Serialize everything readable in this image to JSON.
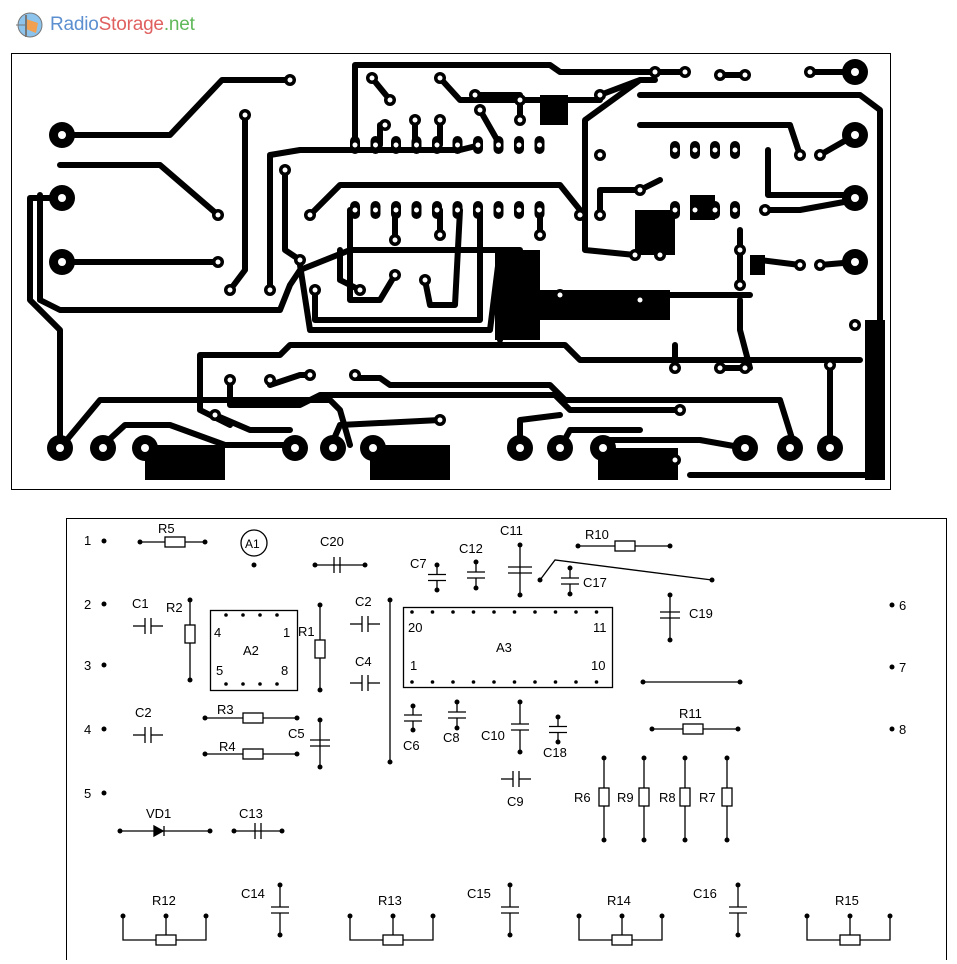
{
  "logo": {
    "part1": "Radio",
    "part2": "Storage",
    "part3": ".net"
  },
  "pins_left": [
    "1",
    "2",
    "3",
    "4",
    "5"
  ],
  "pins_right": [
    "6",
    "7",
    "8"
  ],
  "components": {
    "R5": "R5",
    "A1": "A1",
    "C20": "C20",
    "C7": "C7",
    "C12": "C12",
    "C11": "C11",
    "R10": "R10",
    "C17": "C17",
    "C19": "C19",
    "C1": "C1",
    "R2": "R2",
    "R1": "R1",
    "C2a": "C2",
    "C4": "C4",
    "C2b": "C2",
    "R3": "R3",
    "R4": "R4",
    "C5": "C5",
    "C6": "C6",
    "C8": "C8",
    "C10": "C10",
    "C18": "C18",
    "C9": "C9",
    "R11": "R11",
    "R6": "R6",
    "R9": "R9",
    "R8": "R8",
    "R7": "R7",
    "VD1": "VD1",
    "C13": "C13",
    "R12": "R12",
    "C14": "C14",
    "R13": "R13",
    "C15": "C15",
    "R14": "R14",
    "C16": "C16",
    "R15": "R15"
  },
  "A2": {
    "name": "A2",
    "pins": [
      "4",
      "1",
      "5",
      "8"
    ]
  },
  "A3": {
    "name": "A3",
    "pins": [
      "20",
      "11",
      "1",
      "10"
    ]
  }
}
